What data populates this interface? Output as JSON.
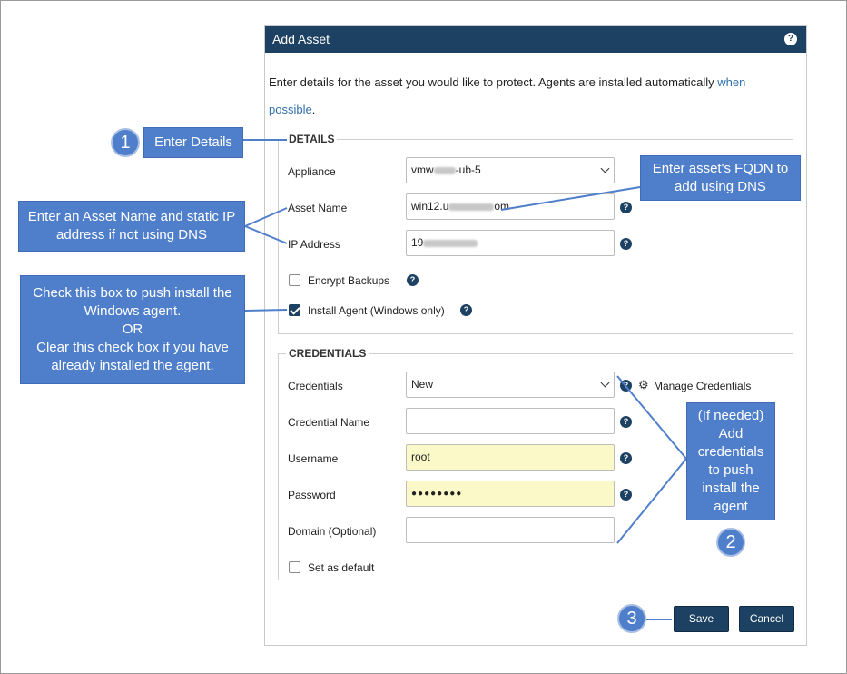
{
  "dialog": {
    "title": "Add Asset",
    "help_glyph": "?",
    "intro_text": "Enter details for the asset you would like to protect. Agents are installed automatically ",
    "intro_link": "when possible",
    "intro_end": "."
  },
  "details": {
    "legend": "DETAILS",
    "appliance_label": "Appliance",
    "appliance_value_a": "vmw",
    "appliance_value_b": "-ub-5",
    "asset_name_label": "Asset Name",
    "asset_name_value_a": "win12.u",
    "asset_name_value_b": "om",
    "ip_label": "IP Address",
    "ip_value": "19",
    "encrypt_label": "Encrypt Backups",
    "encrypt_checked": false,
    "install_agent_label": "Install Agent (Windows only)",
    "install_agent_checked": true
  },
  "credentials": {
    "legend": "CREDENTIALS",
    "credentials_label": "Credentials",
    "credentials_value": "New",
    "manage_label": "Manage Credentials",
    "credential_name_label": "Credential Name",
    "credential_name_value": "",
    "username_label": "Username",
    "username_value": "root",
    "password_label": "Password",
    "password_value": "●●●●●●●●",
    "domain_label": "Domain (Optional)",
    "domain_value": "",
    "default_label": "Set as default",
    "default_checked": false
  },
  "buttons": {
    "save": "Save",
    "cancel": "Cancel"
  },
  "callouts": {
    "enter_details": "Enter Details",
    "asset_name_ip": "Enter an Asset Name and static IP address if not using DNS",
    "fqdn": "Enter asset's FQDN to add using DNS",
    "install_line1": "Check this box to push install the Windows agent.",
    "install_line2": "OR",
    "install_line3": "Clear this check box if you have already installed the agent.",
    "credentials_note": "(If needed) Add credentials to push install the agent"
  },
  "steps": {
    "one": "1",
    "two": "2",
    "three": "3"
  },
  "colors": {
    "header": "#1d4162",
    "callout": "#4f7fcb",
    "link": "#2f6fae",
    "autofill": "#fbf9c7"
  },
  "icons": {
    "help": "question-circle-icon",
    "gear": "gear-icon",
    "chevron": "chevron-down-icon"
  }
}
